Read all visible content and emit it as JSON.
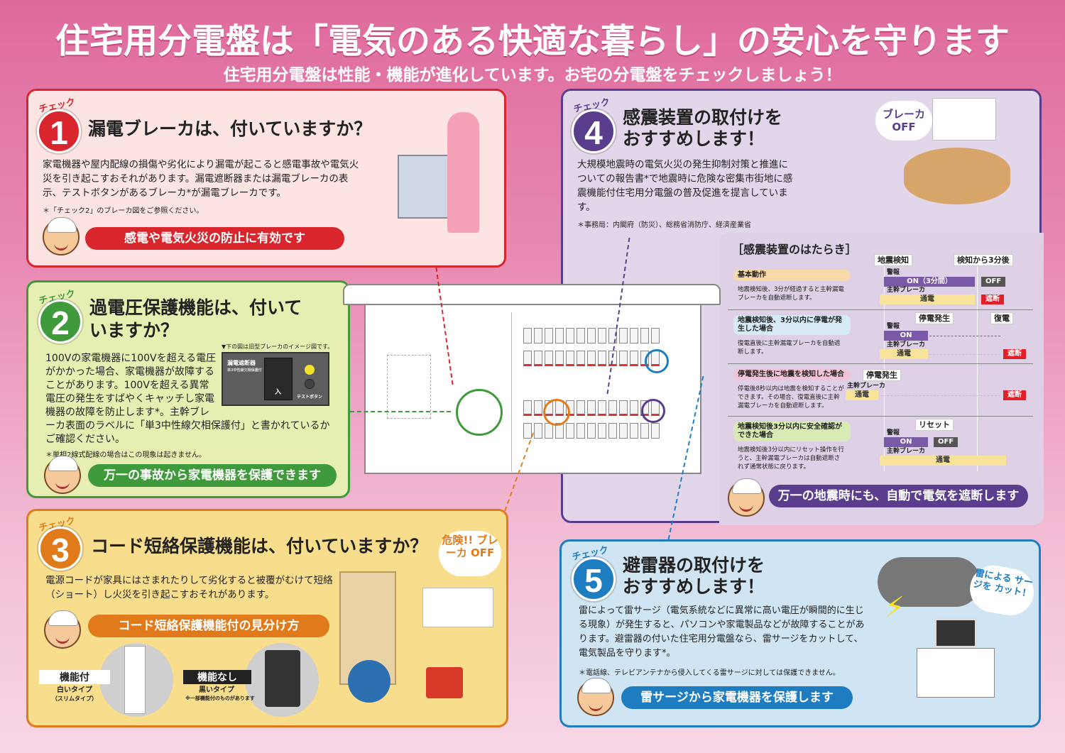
{
  "header": {
    "title": "住宅用分電盤は「電気のある快適な暮らし」の安心を守ります",
    "subtitle": "住宅用分電盤は性能・機能が進化しています。お宅の分電盤をチェックしましょう！"
  },
  "check_label": "チェック",
  "colors": {
    "red": "#d9262d",
    "green": "#3e9a3a",
    "orange": "#e07a1a",
    "purple": "#5b3d8e",
    "blue": "#1e7dc1"
  },
  "panel1": {
    "number": "1",
    "title": "漏電ブレーカは、付いていますか？",
    "body": "家電機器や屋内配線の損傷や劣化により漏電が起こると感電事故や電気火災を引き起こすおそれがあります。漏電遮断器または漏電ブレーカの表示、テストボタンがあるブレーカ*が漏電ブレーカです。",
    "note": "＊「チェック2」のブレーカ図をご参照ください。",
    "banner": "感電や電気火災の防止に有効です"
  },
  "panel2": {
    "number": "2",
    "title": "過電圧保護機能は、付いていますか？",
    "image_note": "▼下の図は旧型ブレーカのイメージ図です。",
    "breaker_label": "漏電遮断器",
    "breaker_sub": "単3中性線欠相保護付",
    "breaker_switch": "入",
    "test_button": "テストボタン",
    "body": "100Vの家電機器に100Vを超える電圧がかかった場合、家電機器が故障することがあります。100Vを超える異常電圧の発生をすばやくキャッチし家電機器の故障を防止します*。主幹ブレーカ表面のラベルに「単3中性線欠相保護付」と書かれているかご確認ください。",
    "note": "＊単相2線式配線の場合はこの現象は起きません。",
    "banner": "万一の事故から家電機器を保護できます"
  },
  "panel3": {
    "number": "3",
    "title": "コード短絡保護機能は、付いていますか？",
    "body": "電源コードが家具にはさまれたりして劣化すると被覆がむけて短絡（ショート）し火災を引き起こすおそれがあります。",
    "bubble": "危険!! ブレーカ OFF",
    "banner": "コード短絡保護機能付の見分け方",
    "with_label": "機能付",
    "with_desc": "白いタイプ",
    "with_sub": "（スリムタイプ）",
    "without_label": "機能なし",
    "without_desc": "黒いタイプ",
    "without_sub": "※一部機能付のものがあります"
  },
  "panel4": {
    "number": "4",
    "title_line1": "感震装置の取付けを",
    "title_line2": "おすすめします！",
    "bubble": "ブレーカ OFF",
    "body": "大規模地震時の電気火災の発生抑制対策と推進についての報告書*で地震時に危険な密集市街地に感震機能付住宅用分電盤の普及促進を提言しています。",
    "note": "＊事務局：内閣府（防災）、総務省消防庁、経済産業省",
    "diagram_title": "［感震装置のはたらき］",
    "header_detect": "地震検知",
    "header_3min": "検知から3分後",
    "rows": [
      {
        "title": "基本動作",
        "desc": "地震検知後、3分が経過すると主幹漏電ブレーカを自動遮断します。",
        "marker": "",
        "alarm": "警報",
        "alarm_bar": "ON（3分間）",
        "alarm_end": "OFF",
        "main": "主幹ブレーカ",
        "main_bar": "通電",
        "main_end": "遮断"
      },
      {
        "title": "地震検知後、3分以内に停電が発生した場合",
        "desc": "復電直後に主幹漏電ブレーカを自動遮断します。",
        "marker": "停電発生",
        "marker2": "復電",
        "alarm": "警報",
        "alarm_bar": "ON",
        "main": "主幹ブレーカ",
        "main_bar": "通電",
        "main_end": "遮断"
      },
      {
        "title": "停電発生後に地震を検知した場合",
        "desc": "停電後8秒以内は地震を検知することができます。その場合、復電直後に主幹漏電ブレーカを自動遮断します。",
        "marker": "停電発生",
        "main": "主幹ブレーカ",
        "main_bar": "通電",
        "main_end": "遮断"
      },
      {
        "title": "地震検知後3分以内に安全確認ができた場合",
        "desc": "地震検知後3分以内にリセット操作を行うと、主幹漏電ブレーカは自動遮断されず通常状態に戻ります。",
        "marker": "リセット",
        "alarm": "警報",
        "alarm_bar": "ON",
        "alarm_end": "OFF",
        "main": "主幹ブレーカ",
        "main_bar": "通電"
      }
    ],
    "banner": "万一の地震時にも、自動で電気を遮断します"
  },
  "panel5": {
    "number": "5",
    "title_line1": "避雷器の取付けを",
    "title_line2": "おすすめします！",
    "bubble": "雷による サージを カット！",
    "body": "雷によって雷サージ（電気系統などに異常に高い電圧が瞬間的に生じる現象）が発生すると、パソコンや家電製品などが故障することがあります。避雷器の付いた住宅用分電盤なら、雷サージをカットして、電気製品を守ります*。",
    "note": "＊電話線、テレビアンテナから侵入してくる雷サージに対しては保護できません。",
    "banner": "雷サージから家電機器を保護します"
  }
}
